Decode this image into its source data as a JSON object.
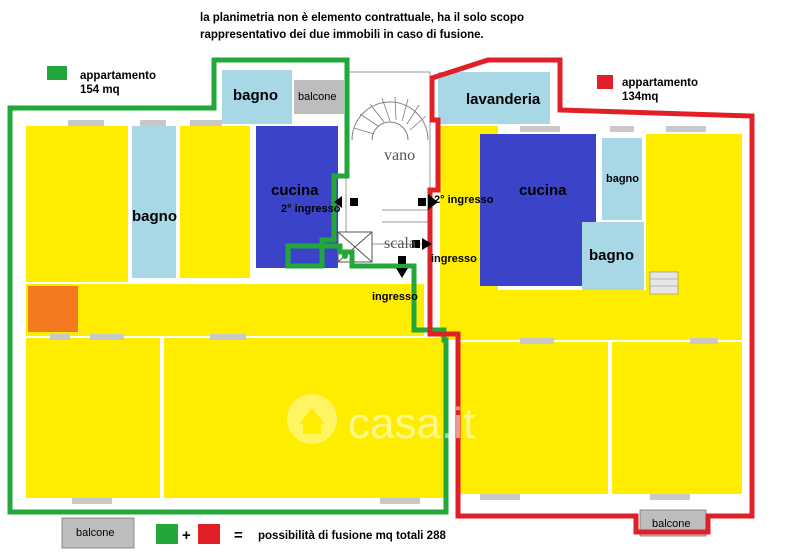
{
  "note": {
    "line1": "la planimetria non è elemento contrattuale, ha il solo scopo",
    "line2": "rappresentativo dei due immobili in caso di fusione."
  },
  "legend": {
    "green": {
      "label": "appartamento",
      "size": "154 mq",
      "color": "#22a83a"
    },
    "red": {
      "label": "appartamento",
      "size": "134mq",
      "color": "#e01f26"
    }
  },
  "rooms": {
    "bagno_top": "bagno",
    "balcone_top": "balcone",
    "lavanderia": "lavanderia",
    "cucina_left": "cucina",
    "cucina_right": "cucina",
    "bagno_left": "bagno",
    "bagno_right_small": "bagno",
    "bagno_right": "bagno",
    "vano": "vano",
    "scala": "scala",
    "balcone_bottom_left": "balcone",
    "balcone_bottom_right": "balcone"
  },
  "labels": {
    "ingresso_left_2": "2° ingresso",
    "ingresso_right_2": "2° ingresso",
    "ingresso_right": "ingresso",
    "ingresso_left": "ingresso"
  },
  "formula": {
    "plus": "+",
    "equals": "=",
    "text": "possibilità di fusione mq totali 288"
  },
  "watermark": "casa.it",
  "colors": {
    "room": "#ffed00",
    "bath": "#a8d8e6",
    "kitchen": "#3b44c8",
    "orange": "#f47a20",
    "balcony": "#bdbdbd"
  }
}
